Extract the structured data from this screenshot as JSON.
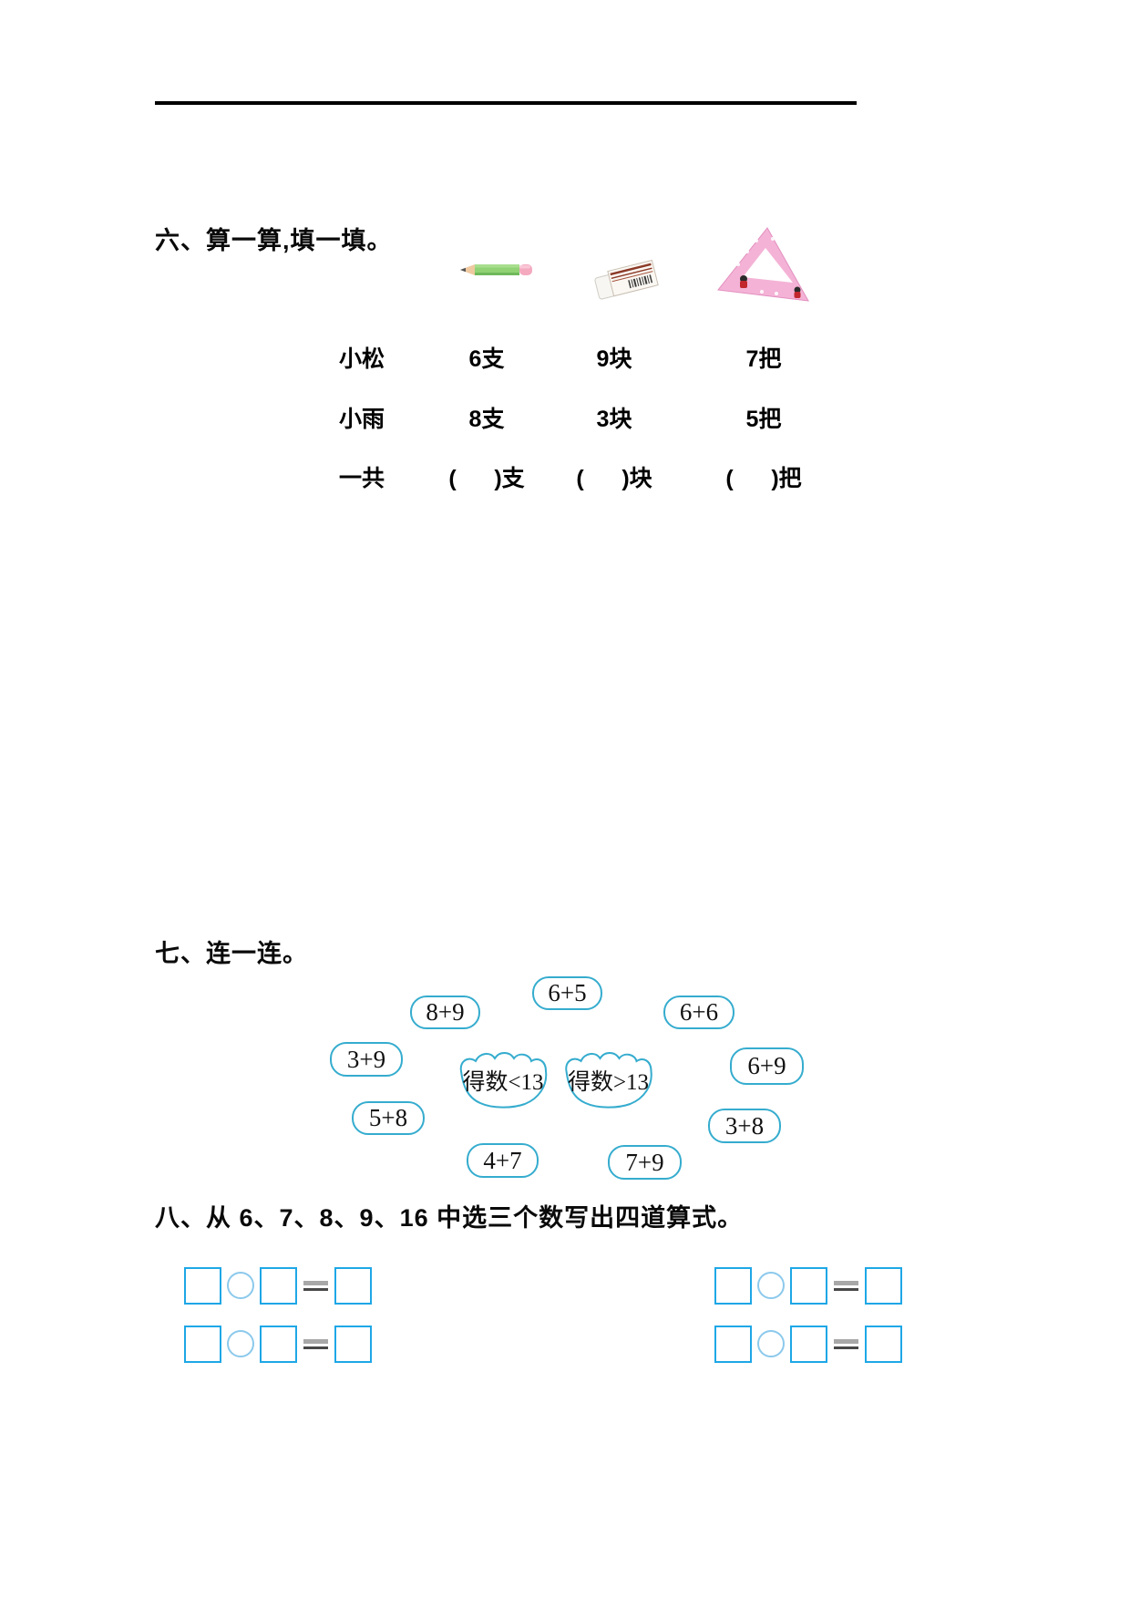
{
  "page": {
    "background": "#FFFFFF"
  },
  "sections": {
    "six": {
      "title": "六、算一算,填一填。",
      "icons": [
        "pencil-icon",
        "eraser-icon",
        "triangle-ruler-icon"
      ],
      "table": {
        "rows": [
          {
            "label": "小松",
            "pencils": "6支",
            "erasers": "9块",
            "rulers": "7把"
          },
          {
            "label": "小雨",
            "pencils": "8支",
            "erasers": "3块",
            "rulers": "5把"
          },
          {
            "label": "一共",
            "pencils": "(      )支",
            "erasers": "(      )块",
            "rulers": "(      )把"
          }
        ]
      }
    },
    "seven": {
      "title": "七、连一连。",
      "expressions": [
        "8+9",
        "6+5",
        "6+6",
        "3+9",
        "6+9",
        "5+8",
        "3+8",
        "4+7",
        "7+9"
      ],
      "targets": [
        "得数<13",
        "得数>13"
      ]
    },
    "eight": {
      "title": "八、从 6、7、8、9、16 中选三个数写出四道算式。"
    }
  },
  "colors": {
    "bubble_border": "#35ACCE",
    "equation_box_border": "#1EA7E6",
    "operator_circle_border": "#8CC9EC",
    "equals_top_bar": "#A8A8A8",
    "equals_bottom_bar": "#484848",
    "pencil_body": "#90D274",
    "eraser_stripe": "#8C3A28",
    "ruler_pink": "#F4B3D6"
  }
}
